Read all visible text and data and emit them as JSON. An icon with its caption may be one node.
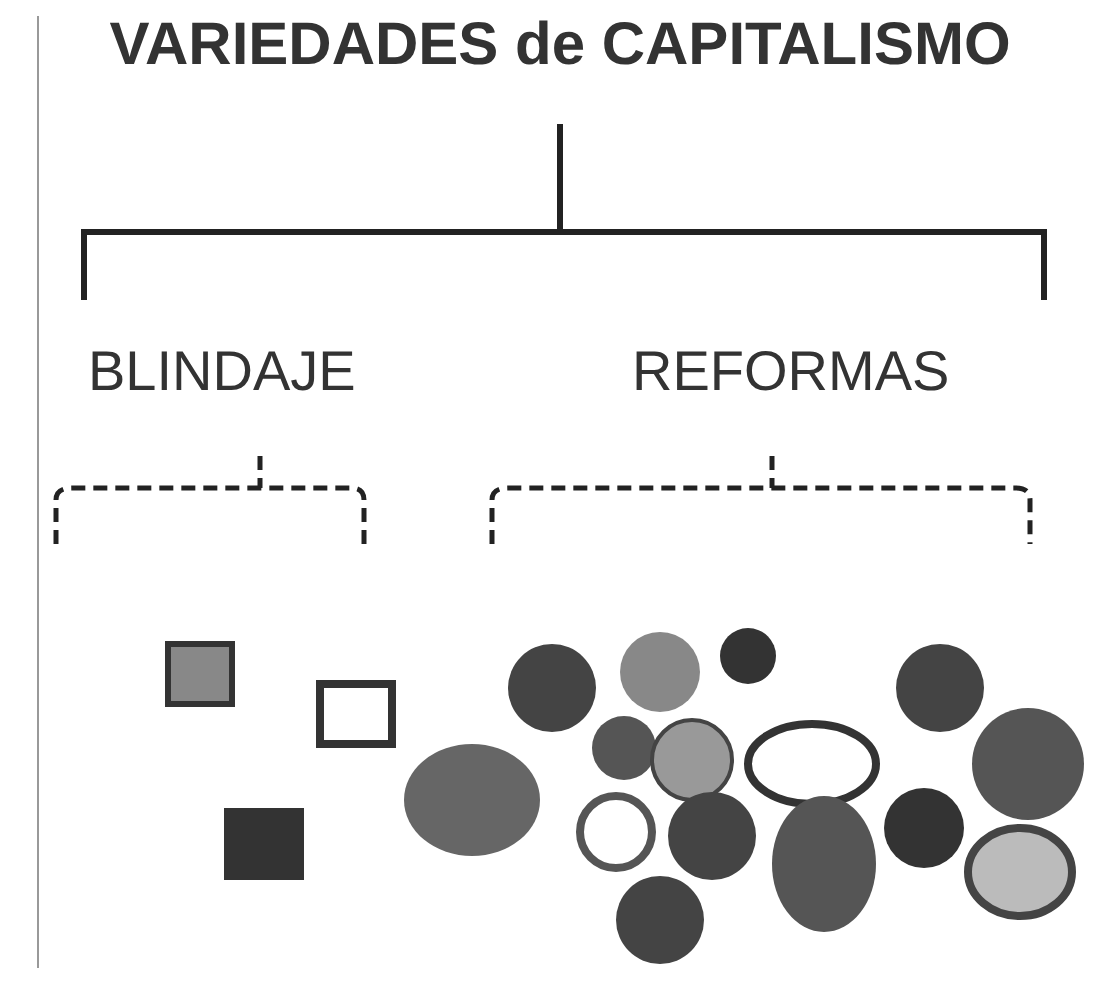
{
  "diagram": {
    "title": "VARIEDADES de CAPITALISMO",
    "labels": [
      "BLINDAJE",
      "REFORMAS"
    ]
  }
}
